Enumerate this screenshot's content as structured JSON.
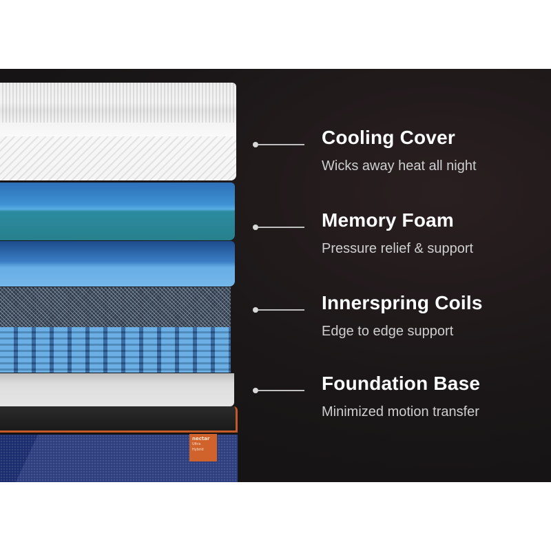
{
  "brand_tag": {
    "logo_text": "nectar",
    "line1": "Ultra",
    "line2": "Hybrid"
  },
  "colors": {
    "background": "#161314",
    "title": "#ffffff",
    "subtitle": "#cfcfcf",
    "accent_orange": "#d0632c",
    "foam_blue": "#3e92d3"
  },
  "layers": [
    {
      "title": "Cooling Cover",
      "subtitle": "Wicks away heat all night"
    },
    {
      "title": "Memory Foam",
      "subtitle": "Pressure relief & support"
    },
    {
      "title": "Innerspring Coils",
      "subtitle": "Edge to edge support"
    },
    {
      "title": "Foundation Base",
      "subtitle": "Minimized motion transfer"
    }
  ]
}
